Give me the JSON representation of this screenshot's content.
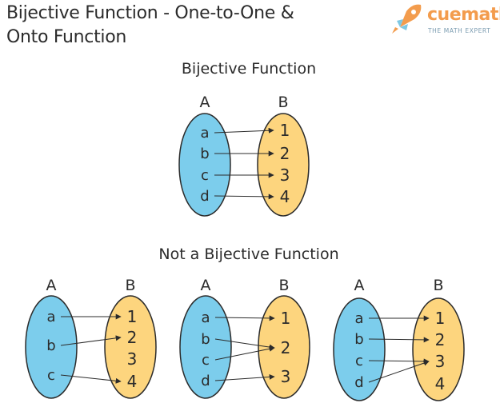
{
  "title": {
    "line1": "Bijective Function - One-to-One &",
    "line2": "Onto Function"
  },
  "brand": {
    "name": "cuemath",
    "tagline": "THE MATH EXPERT",
    "icon": "rocket-icon",
    "color_orange": "#f39c4d",
    "color_blue": "#7ec8e3"
  },
  "colors": {
    "set_a_fill": "#7ccdec",
    "set_b_fill": "#fdd57e",
    "outline": "#2b2b2b"
  },
  "sections": {
    "bijective_heading": "Bijective Function",
    "not_bijective_heading": "Not a Bijective Function"
  },
  "sets": {
    "a_label": "A",
    "b_label": "B"
  },
  "diagrams": [
    {
      "id": "bijective",
      "domain": [
        "a",
        "b",
        "c",
        "d"
      ],
      "codomain": [
        "1",
        "2",
        "3",
        "4"
      ],
      "mapping": [
        [
          "a",
          "1"
        ],
        [
          "b",
          "2"
        ],
        [
          "c",
          "3"
        ],
        [
          "d",
          "4"
        ]
      ]
    },
    {
      "id": "not-onto",
      "domain": [
        "a",
        "b",
        "c"
      ],
      "codomain": [
        "1",
        "2",
        "3",
        "4"
      ],
      "mapping": [
        [
          "a",
          "1"
        ],
        [
          "b",
          "2"
        ],
        [
          "c",
          "4"
        ]
      ]
    },
    {
      "id": "not-one-to-one",
      "domain": [
        "a",
        "b",
        "c",
        "d"
      ],
      "codomain": [
        "1",
        "2",
        "3"
      ],
      "mapping": [
        [
          "a",
          "1"
        ],
        [
          "b",
          "2"
        ],
        [
          "c",
          "2"
        ],
        [
          "d",
          "3"
        ]
      ]
    },
    {
      "id": "not-onto-not-one-to-one",
      "domain": [
        "a",
        "b",
        "c",
        "d"
      ],
      "codomain": [
        "1",
        "2",
        "3",
        "4"
      ],
      "mapping": [
        [
          "a",
          "1"
        ],
        [
          "b",
          "2"
        ],
        [
          "c",
          "3"
        ],
        [
          "d",
          "3"
        ]
      ]
    }
  ]
}
